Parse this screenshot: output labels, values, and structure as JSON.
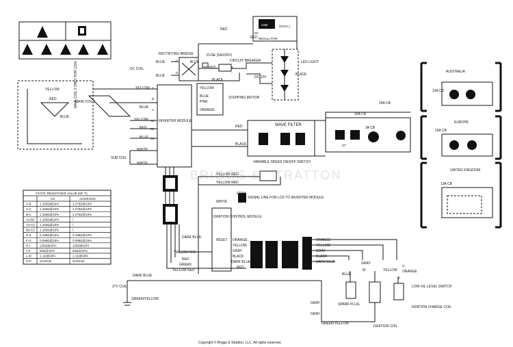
{
  "watermark": "BRIGGS & STRATTON",
  "copyright": "Copyright © Briggs & Stratton, LLC. All rights reserved.",
  "usb": {
    "label": "USB",
    "rating": "(5V/2A )",
    "side_label": "DC",
    "regulator_label": "REGULATOR"
  },
  "labels": {
    "red_1": "RED",
    "red_2": "RED",
    "red_3": "RED",
    "red_4": "RED",
    "red_5": "RED",
    "red_6": "RED",
    "rectifying_bridge": "RECTIFYING BRIDGE",
    "fuse": "FUSE (5A/220V)",
    "circuit_breaker": "CIRCUIT BREAKER",
    "led_light": "LED LIGHT",
    "black_1": "BLACK",
    "black_2": "BLACK",
    "black_3": "BLACK",
    "dc_coil": "DC COIL",
    "blue_1": "BLUE",
    "blue_2": "BLUE",
    "blue_3": "BLUE",
    "blue_4": "BLUE",
    "blue_5": "BLUE",
    "blue_6": "BLUE",
    "dc12v": "DC 12V",
    "main_coil_2": "MAIN COIL 2 ONLY FOR 120V",
    "main_coil_1": "MAIN COIL 1",
    "yellow_1": "YELLOW",
    "yellow_2": "YELLOW",
    "yellow_3": "YELLOW",
    "yellow_4": "YELLOW",
    "stepping_motor": "STEPPING MOTOR",
    "pink": "PINK",
    "orange_1": "ORANGE",
    "orange_2": "ORANGE",
    "orange_3": "ORANGE",
    "orange_4": "ORANGE",
    "inverter_module": "INVERTER MODULE",
    "wave_filter": "WAVE FILTER",
    "sub_coil": "SUB COIL",
    "white_1": "WHITE",
    "white_2": "WHITE",
    "white_3": "WHITE",
    "yellow_red_1": "YELLOW RED",
    "yellow_red_2": "YELLOW RED",
    "yellow_red_3": "YELLOW RED",
    "variable_speed": "VARIABLE SPEED ON/OFF SWITCH",
    "gray_1": "GRAY",
    "gray_2": "GRAY",
    "gray_3": "GRAY",
    "gray_4": "GRAY",
    "gray_5": "GRAY",
    "signal_line": "SIGNAL LINE FOR LCD TO INVERTER MODULE",
    "ignition_control": "IGNITION CONTROL MODULE",
    "reset": "RESET",
    "dark_blue_1": "DARK BLUE",
    "dark_blue_2": "DARK BLUE",
    "dark_blue_3": "DARK BLUE",
    "dark_blue_4": "DARK BLUE",
    "green_1": "GREEN",
    "yellow_red_4": "YELLOW RED",
    "coil_27v": "27V COIL",
    "green_yellow_1": "GREEN/YELLOW",
    "green_yellow_2": "GREEN YELLOW",
    "spark_plug": "SPARK PLUG",
    "ignition_coil": "IGNITION COIL",
    "ignition_charge_coil": "IGNITION CHARGE COIL",
    "low_oil": "LOW OIL LEVEL SWITCH",
    "cb_20a": "20A CB",
    "cb_25a": "25A CB",
    "cb_3a": "3A CB",
    "cb_15a_au": "15A CB",
    "cb_15a_eu": "15A CB",
    "cb_13a_uk": "13A CB",
    "australia": "AUSTRALIA",
    "europe": "EUROPE",
    "uk": "UNITED KINGDOM",
    "gt": "GT",
    "m": "M",
    "term_a": "A",
    "term_b": "B",
    "term_c": "C",
    "term_a2": "A2",
    "term_b2": "B2",
    "term_c2": "C2",
    "term_d": "D",
    "term_g": "G",
    "term_f": "F",
    "term_e": "E",
    "term_h": "H",
    "term_k": "K",
    "term_l": "L",
    "term_o": "O",
    "term_p": "P",
    "term_plus": "+",
    "term_minus": "-"
  },
  "resistance_table": {
    "title": "STATIC RESISTANCE VALUE (68° F)",
    "headers": [
      "",
      "US",
      "AUS/EU/UK"
    ],
    "rows": [
      [
        "A-B",
        "1.155Ω@10%",
        "2.275Ω@10%"
      ],
      [
        "A-C",
        "1.155Ω@10%",
        "2.275Ω@10%"
      ],
      [
        "B-C",
        "1.155Ω@10%",
        "2.275Ω@10%"
      ],
      [
        "A2-B2",
        "1.155Ω@10%",
        "/"
      ],
      [
        "A2-C2",
        "1.155Ω@10%",
        "/"
      ],
      [
        "B2-C2",
        "1.155Ω@10%",
        "/"
      ],
      [
        "D-E",
        "0.198Ω@15%",
        "0.198Ω@15%"
      ],
      [
        "F-G",
        "0.098Ω@15%",
        "0.098Ω@15%"
      ],
      [
        "H-I",
        "130Ω@20%",
        "130Ω@20%"
      ],
      [
        "J-K",
        "50Ω@10%",
        "50Ω@10%"
      ],
      [
        "L-M",
        "1.1Ω@20%",
        "1.1Ω@20%"
      ],
      [
        "O-P",
        "≤120mΩ",
        "≤120mΩ"
      ]
    ]
  }
}
